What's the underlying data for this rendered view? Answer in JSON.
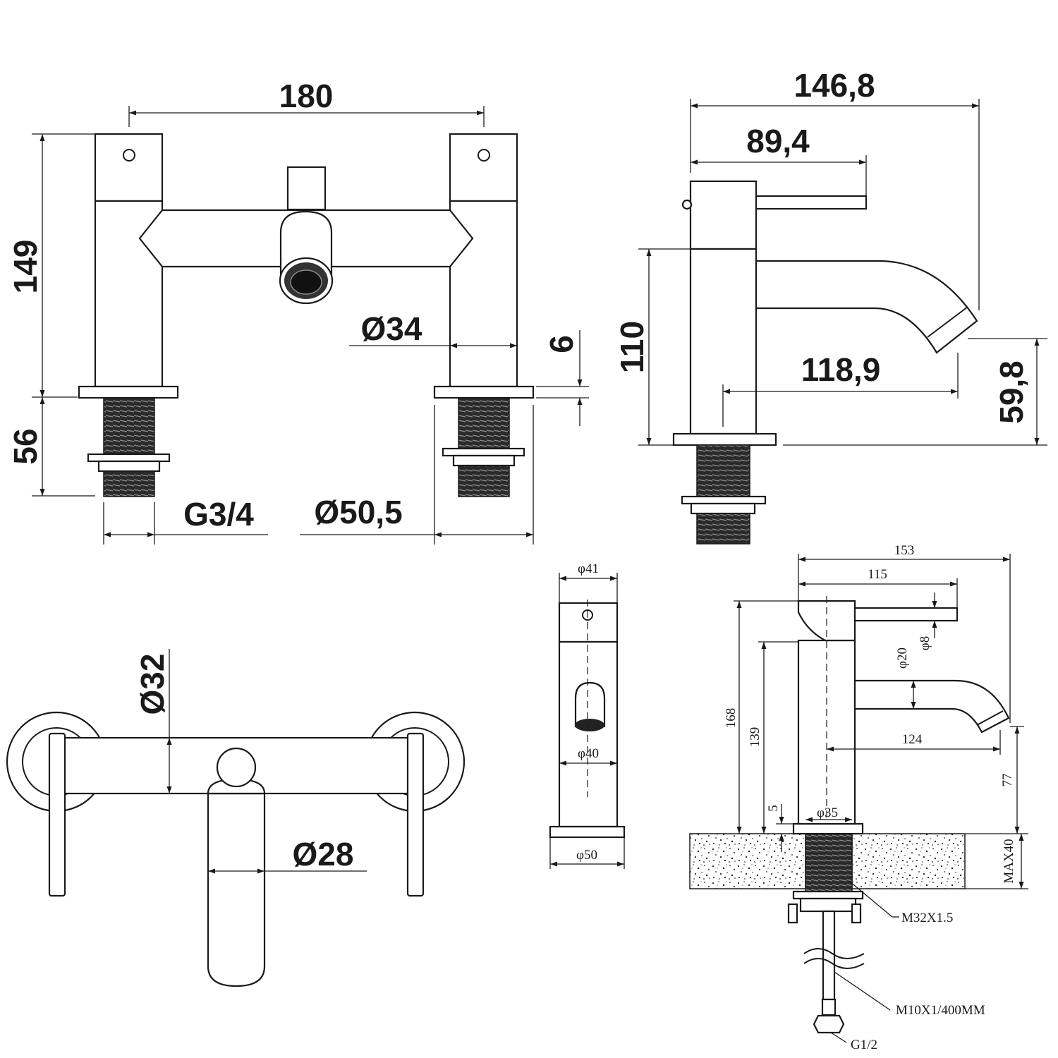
{
  "bath_filler_front": {
    "dim_width": "180",
    "dim_height": "149",
    "dim_thread_length": "56",
    "dim_spout_dia": "Ø34",
    "dim_plate_thickness": "6",
    "dim_thread": "G3/4",
    "dim_plate_dia": "Ø50,5"
  },
  "basin_mixer_side": {
    "dim_total_depth": "146,8",
    "dim_handle_depth": "89,4",
    "dim_height": "110",
    "dim_spout_reach": "118,9",
    "dim_spout_height": "59,8"
  },
  "bath_filler_top": {
    "dim_body_dia": "Ø32",
    "dim_spout_dia": "Ø28"
  },
  "tall_mixer_front": {
    "dim_top_dia": "φ41",
    "dim_spout_dia": "φ40",
    "dim_base_dia": "φ50"
  },
  "tall_mixer_side": {
    "dim_total_depth": "153",
    "dim_handle_depth": "115",
    "dim_handle_dia": "φ8",
    "dim_spout_dia": "φ20",
    "dim_total_height": "168",
    "dim_body_height": "139",
    "dim_spout_reach": "124",
    "dim_spout_height": "77",
    "dim_base_thickness": "5",
    "dim_base_dia": "φ35",
    "dim_counter_max": "MAX40",
    "label_thread": "M32X1.5",
    "label_hose": "M10X1/400MM",
    "label_connection": "G1/2"
  }
}
